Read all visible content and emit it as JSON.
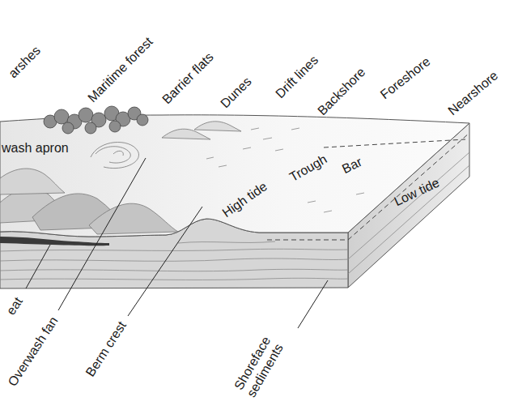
{
  "diagram": {
    "labels": [
      "arshes",
      "Maritime forest",
      "Barrier flats",
      "Dunes",
      "Drift lines",
      "Backshore",
      "Foreshore",
      "Nearshore",
      "wash apron",
      "High tide",
      "Trough",
      "Bar",
      "Low tide",
      "eat",
      "Overwash fan",
      "Berm crest",
      "Shoreface sediments"
    ]
  }
}
